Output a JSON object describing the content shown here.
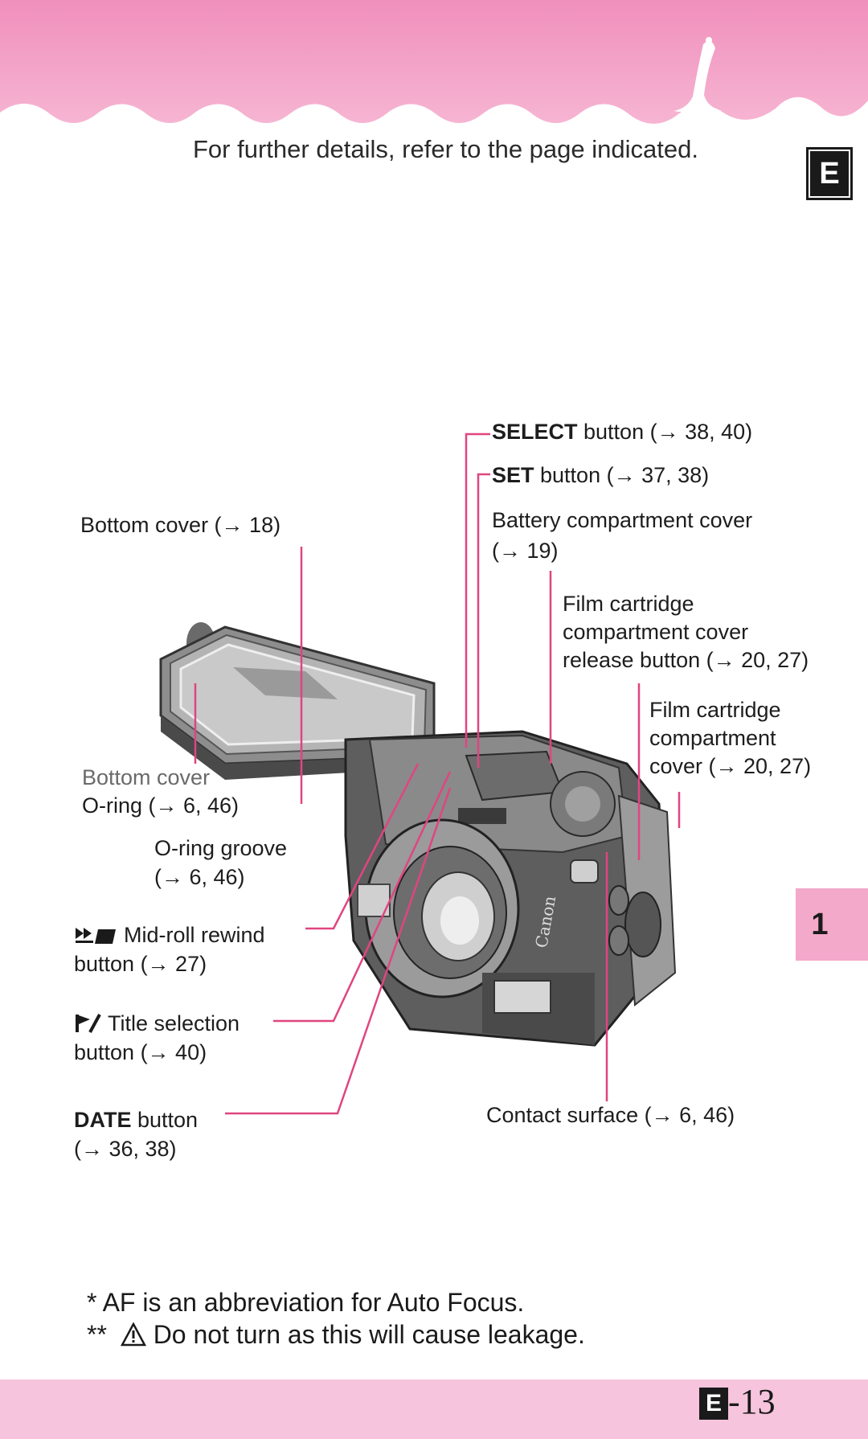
{
  "header": {
    "instruction": "For further details, refer to the page indicated.",
    "lang_tab": "E"
  },
  "labels": {
    "select": {
      "bold": "SELECT",
      "text": " button (→ 38, 40)"
    },
    "set": {
      "bold": "SET",
      "text": " button (→ 37, 38)"
    },
    "battery_line1": "Battery compartment cover",
    "battery_line2": "(→ 19)",
    "bottom_cover": "Bottom cover (→ 18)",
    "film_release_line1": "Film cartridge",
    "film_release_line2": "compartment cover",
    "film_release_line3": "release button (→ 20, 27)",
    "film_cover_line1": "Film cartridge",
    "film_cover_line2": "compartment",
    "film_cover_line3": "cover (→ 20, 27)",
    "oring_line1": "Bottom cover",
    "oring_line2": "O-ring (→ 6, 46)",
    "groove_line1": "O-ring groove",
    "groove_line2": "(→ 6, 46)",
    "midroll_line1": "Mid-roll rewind",
    "midroll_line2": "button (→ 27)",
    "title_line1": "Title selection",
    "title_line2": "button (→ 40)",
    "date": {
      "bold": "DATE",
      "text": " button"
    },
    "date_line2": "(→ 36, 38)",
    "contact": "Contact surface (→ 6, 46)"
  },
  "notes": {
    "note1": "* AF is an abbreviation for Auto Focus.",
    "note2_prefix": "**",
    "note2_text": " Do not turn as this will cause leakage."
  },
  "chapter": "1",
  "footer": {
    "page_prefix": "E",
    "page_number": "-13"
  },
  "colors": {
    "accent_pink": "#f3a9ca",
    "leader_line": "#e0457f",
    "footer_band": "#f6c4dc"
  },
  "icons": {
    "camera": "camera-illustration",
    "midroll": "midroll-rewind-icon",
    "title": "title-selection-icon",
    "warning": "warning-triangle-icon",
    "whale": "whale-tail-decoration"
  }
}
